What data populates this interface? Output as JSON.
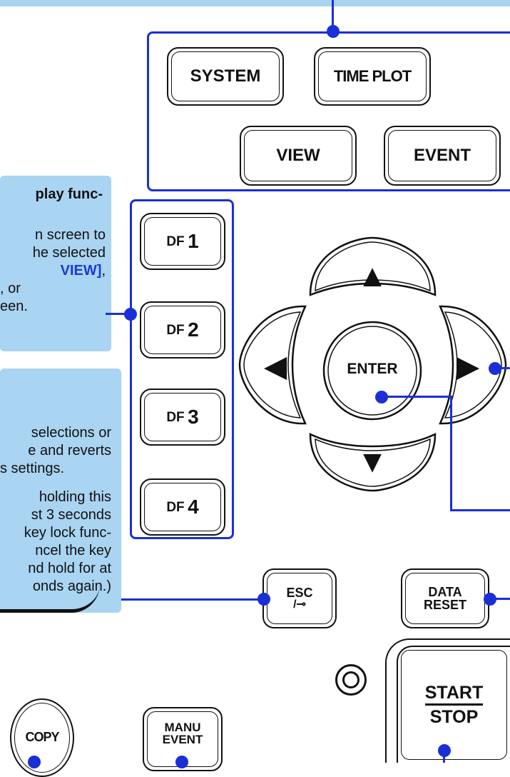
{
  "keys": {
    "system": "SYSTEM",
    "timeplot": "TIME PLOT",
    "view": "VIEW",
    "event": "EVENT",
    "df_prefix": "DF",
    "df1": "1",
    "df2": "2",
    "df3": "3",
    "df4": "4",
    "enter": "ENTER",
    "esc_line1": "ESC",
    "esc_line2": "/⊸",
    "data_line1": "DATA",
    "data_line2": "RESET",
    "start": "START",
    "stop": "STOP",
    "copy": "COPY",
    "manu_line1": "MANU",
    "manu_line2": "EVENT",
    "up": "▲",
    "down": "▼",
    "left": "◀",
    "right": "▶"
  },
  "callout_df": {
    "line1": "play func-",
    "line2": "n screen to",
    "line3": "he selected",
    "line4": "VIEW]",
    "line4_suffix": ",",
    "line5": ", or",
    "line6": "een."
  },
  "callout_esc": {
    "line1": "selections or",
    "line2": "e and reverts",
    "line3": "s settings.",
    "line4": "holding this",
    "line5": "st 3 seconds",
    "line6": "key lock func-",
    "line7": "ncel the key",
    "line8": "nd hold for at",
    "line9": "onds again.)"
  },
  "colors": {
    "accent": "#1a2fd6",
    "callout_bg": "#a9d4f2"
  }
}
